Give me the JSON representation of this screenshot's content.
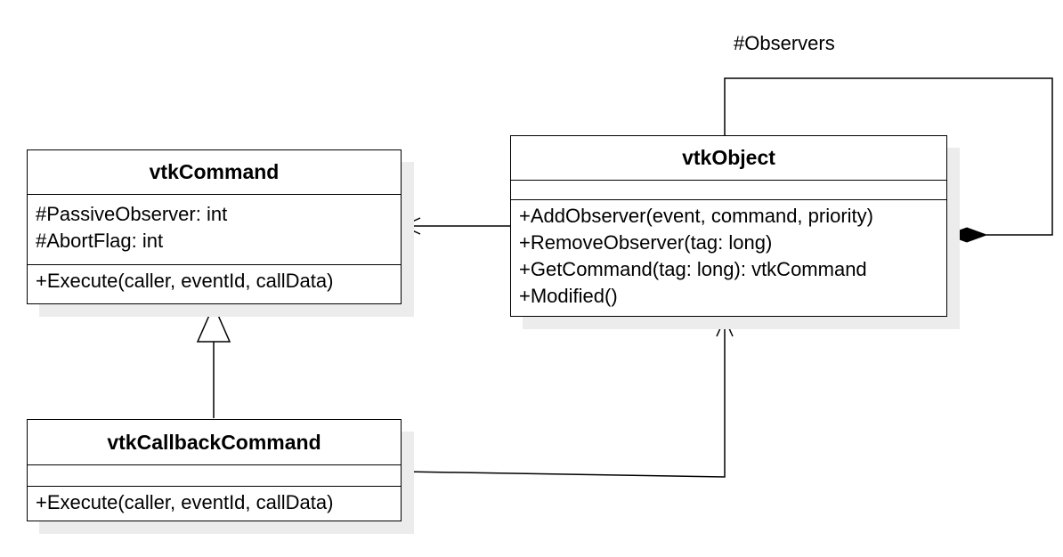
{
  "classes": {
    "command": {
      "name": "vtkCommand",
      "attributes": [
        "#PassiveObserver: int",
        "#AbortFlag: int"
      ],
      "operations": [
        "+Execute(caller, eventId, callData)"
      ]
    },
    "object": {
      "name": "vtkObject",
      "attributes": [],
      "operations": [
        "+AddObserver(event, command, priority)",
        "+RemoveObserver(tag: long)",
        "+GetCommand(tag: long): vtkCommand",
        "+Modified()"
      ]
    },
    "callback": {
      "name": "vtkCallbackCommand",
      "attributes": [],
      "operations": [
        "+Execute(caller, eventId, callData)"
      ]
    }
  },
  "relations": {
    "observers_role": "#Observers"
  }
}
